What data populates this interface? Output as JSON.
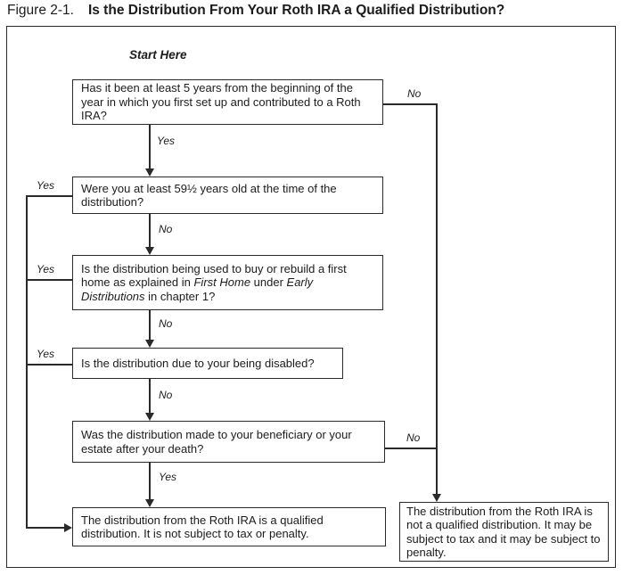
{
  "figure": {
    "label": "Figure 2-1.",
    "title": "Is the Distribution From Your Roth IRA a Qualified Distribution?"
  },
  "flowchart": {
    "start_label": "Start Here",
    "labels": {
      "yes": "Yes",
      "no": "No"
    },
    "questions": {
      "five_year": "Has it been at least 5 years from the beginning of the year in which you first set up and contributed to a Roth IRA?",
      "age": "Were you at least 59½ years old at the time of the distribution?",
      "first_home": {
        "part1": "Is the distribution being used to buy or rebuild a first home as explained in ",
        "italic1": "First Home",
        "part2": " under ",
        "italic2": "Early Distributions",
        "part3": " in chapter 1?"
      },
      "disabled": "Is the distribution due to your being disabled?",
      "beneficiary": "Was the distribution made to your beneficiary or your estate after your death?"
    },
    "results": {
      "qualified": "The distribution from the Roth IRA is a qualified distribution. It is not subject to tax or penalty.",
      "not_qualified": "The distribution from the Roth IRA is not a qualified distribution. It may be subject to tax and it may be subject to penalty."
    }
  },
  "colors": {
    "line": "#2a2a2a",
    "text": "#1c1c1c",
    "background": "#ffffff"
  }
}
